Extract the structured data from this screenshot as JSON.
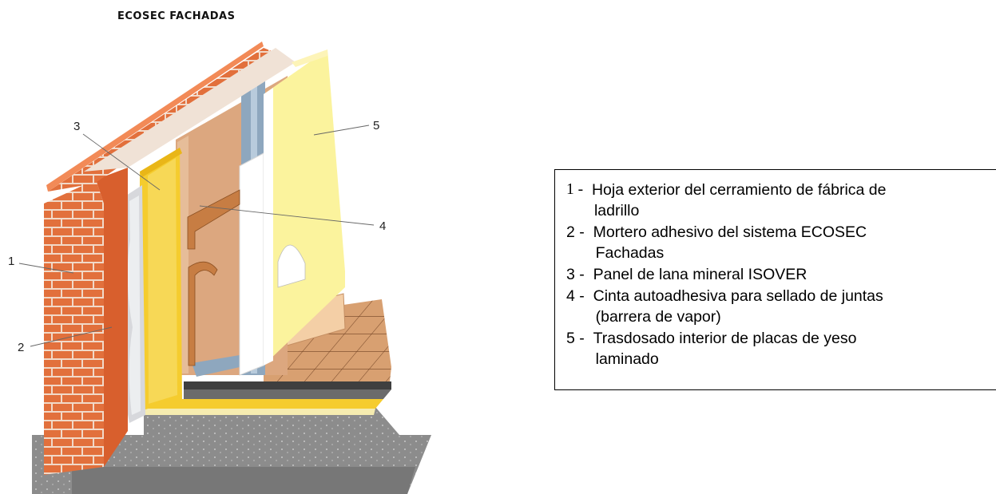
{
  "diagram": {
    "title": "ECOSEC FACHADAS",
    "callouts": [
      "1",
      "2",
      "3",
      "4",
      "5"
    ]
  },
  "legend": {
    "items": [
      {
        "num": "1 -",
        "line1": "Hoja exterior del cerramiento de fábrica de",
        "line2": "ladrillo"
      },
      {
        "num": "2 -",
        "line1": "Mortero adhesivo del sistema ECOSEC",
        "line2": "Fachadas"
      },
      {
        "num": "3 -",
        "line1": "Panel de lana mineral ISOVER",
        "line2": ""
      },
      {
        "num": "4 -",
        "line1": "Cinta autoadhesiva para sellado de juntas",
        "line2": "(barrera de vapor)"
      },
      {
        "num": "5 -",
        "line1": "Trasdosado interior de placas de yeso",
        "line2": "laminado"
      }
    ]
  },
  "colors": {
    "brick": "#e2703c",
    "mortar": "#f2e7df",
    "insulation": "#f5cc2e",
    "vapor_barrier": "#dca77f",
    "plasterboard": "#fbf39d",
    "steel_stud": "#8ea7be",
    "concrete": "#8c8c8c",
    "floor_tile": "#d8a071"
  }
}
